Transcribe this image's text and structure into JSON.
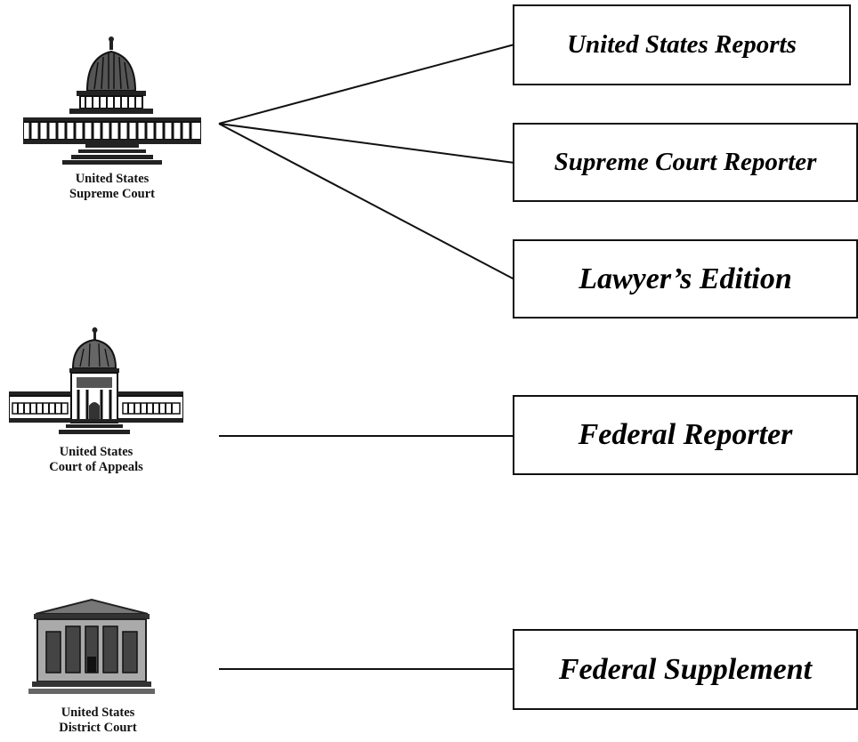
{
  "courts": [
    {
      "id": "supreme",
      "line1": "United States",
      "line2": "Supreme Court",
      "icon": "capitol-dome-icon"
    },
    {
      "id": "appeals",
      "line1": "United States",
      "line2": "Court of Appeals",
      "icon": "domed-courthouse-icon"
    },
    {
      "id": "district",
      "line1": "United States",
      "line2": "District Court",
      "icon": "courthouse-icon"
    }
  ],
  "reporters": [
    {
      "id": "us-reports",
      "label": "United States Reports",
      "court": "supreme"
    },
    {
      "id": "supreme-court-reporter",
      "label": "Supreme Court Reporter",
      "court": "supreme"
    },
    {
      "id": "lawyers-edition",
      "label": "Lawyer’s Edition",
      "court": "supreme"
    },
    {
      "id": "federal-reporter",
      "label": "Federal Reporter",
      "court": "appeals"
    },
    {
      "id": "federal-supplement",
      "label": "Federal Supplement",
      "court": "district"
    }
  ]
}
